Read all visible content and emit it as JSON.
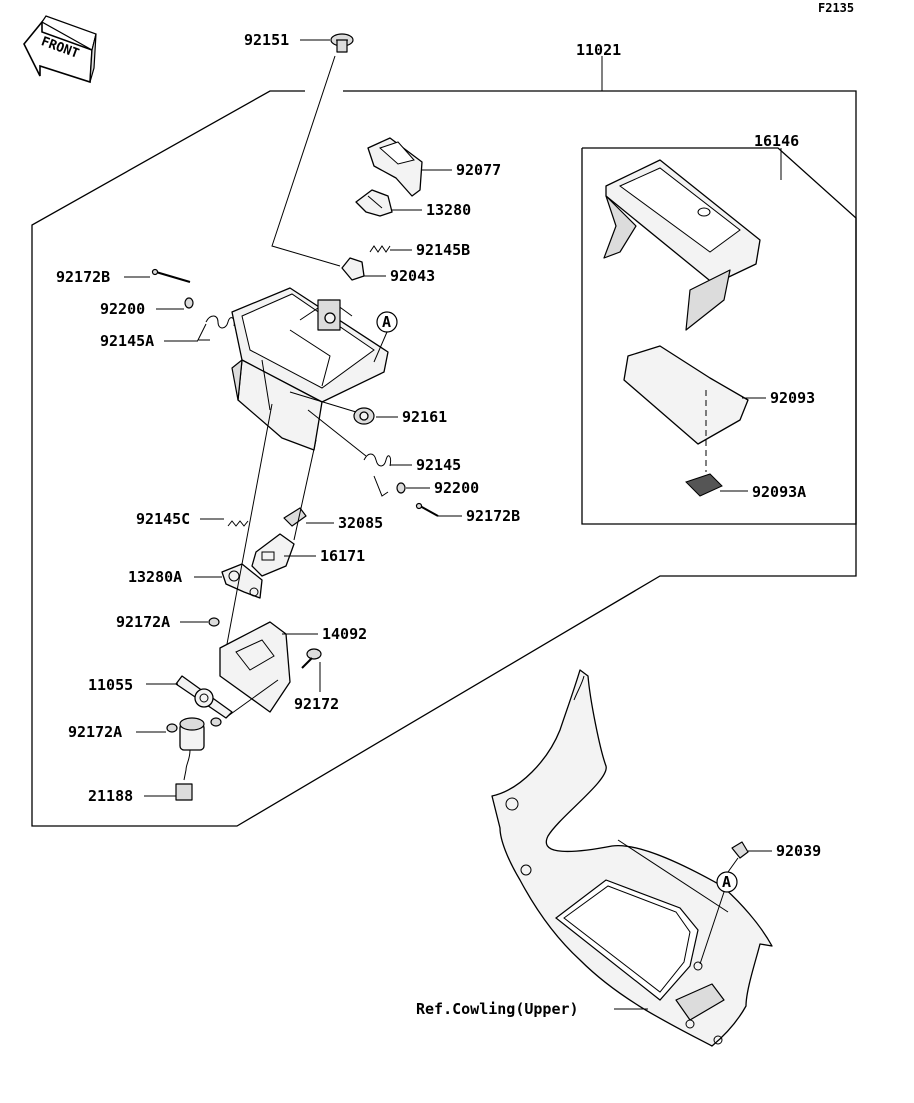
{
  "diagram_code": "F2135",
  "front_label": "FRONT",
  "callout_marker": "A",
  "parts": {
    "p92151": "92151",
    "p11021": "11021",
    "p16146": "16146",
    "p92077": "92077",
    "p13280": "13280",
    "p92145B": "92145B",
    "p92043": "92043",
    "p92172B_left": "92172B",
    "p92200_left": "92200",
    "p92145A": "92145A",
    "p92161": "92161",
    "p92093": "92093",
    "p92145": "92145",
    "p92200_right": "92200",
    "p92093A": "92093A",
    "p92172B_right": "92172B",
    "p92145C": "92145C",
    "p32085": "32085",
    "p16171": "16171",
    "p13280A": "13280A",
    "p92172A_top": "92172A",
    "p14092": "14092",
    "p11055": "11055",
    "p92172": "92172",
    "p92172A_bottom": "92172A",
    "p21188": "21188",
    "p92039": "92039",
    "ref_cowling": "Ref.Cowling(Upper)"
  }
}
